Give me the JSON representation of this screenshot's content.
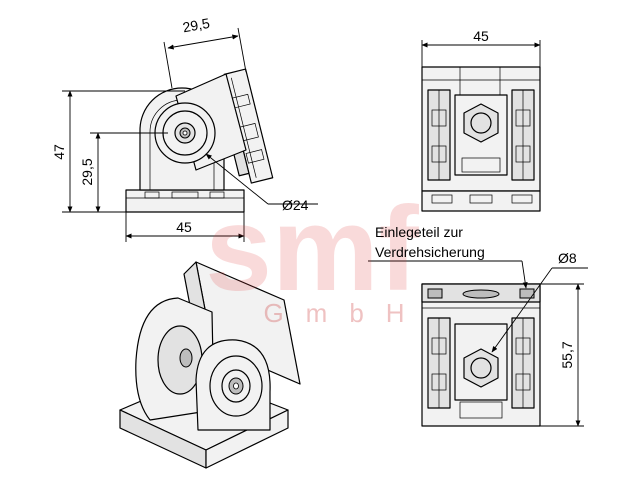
{
  "dimensions": {
    "side_width_top": "29,5",
    "side_height_total": "47",
    "side_height_center": "29,5",
    "side_base_width": "45",
    "side_diameter": "Ø24",
    "front_width": "45",
    "bottom_diameter": "Ø8",
    "bottom_height": "55,7"
  },
  "annotation": {
    "line1": "Einlegeteil zur",
    "line2": "Verdrehsicherung"
  },
  "watermark": {
    "logo": "smf",
    "subtitle": "GmbH"
  },
  "colors": {
    "watermark": "#e23a3a",
    "line": "#000000"
  }
}
